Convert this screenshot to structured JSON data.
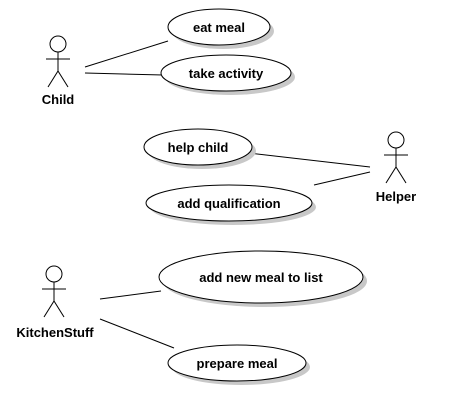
{
  "diagram": {
    "type": "use-case",
    "actors": [
      {
        "id": "child",
        "label": "Child"
      },
      {
        "id": "helper",
        "label": "Helper"
      },
      {
        "id": "kitchen",
        "label": "KitchenStuff"
      }
    ],
    "use_cases": [
      {
        "id": "eat",
        "label": "eat meal"
      },
      {
        "id": "activity",
        "label": "take activity"
      },
      {
        "id": "help",
        "label": "help child"
      },
      {
        "id": "qualification",
        "label": "add qualification"
      },
      {
        "id": "newmeal",
        "label": "add new meal to list"
      },
      {
        "id": "prepare",
        "label": "prepare meal"
      }
    ],
    "associations": [
      {
        "actor": "child",
        "use_case": "eat"
      },
      {
        "actor": "child",
        "use_case": "activity"
      },
      {
        "actor": "helper",
        "use_case": "help"
      },
      {
        "actor": "helper",
        "use_case": "qualification"
      },
      {
        "actor": "kitchen",
        "use_case": "newmeal"
      },
      {
        "actor": "kitchen",
        "use_case": "prepare"
      }
    ],
    "colors": {
      "line": "#000000",
      "fill": "#ffffff",
      "shadow": "#c8c8c8"
    }
  }
}
